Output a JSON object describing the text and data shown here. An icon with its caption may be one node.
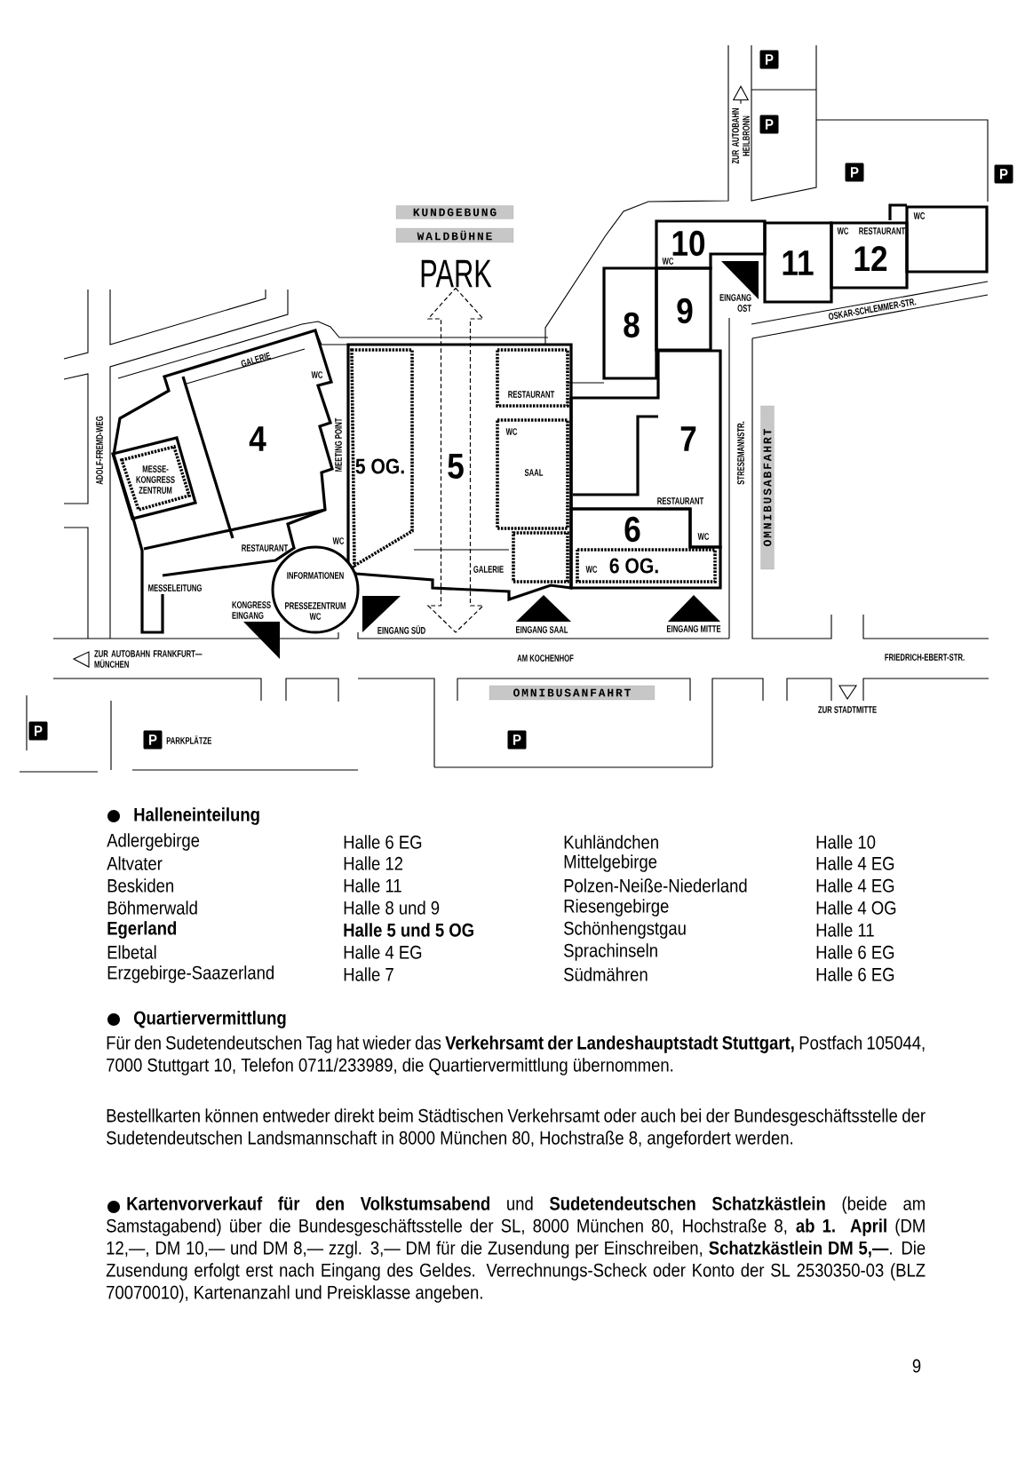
{
  "diagram": {
    "nodes": [
      {
        "text": [
          "P"
        ]
      },
      {
        "text": [
          "P"
        ]
      },
      {
        "text": [
          "P"
        ]
      },
      {
        "text": [
          "P"
        ]
      },
      {
        "text": [
          "KUNDGEBUNG"
        ]
      },
      {
        "text": [
          "WALDBÜHNE"
        ]
      },
      {
        "text": [
          "10",
          "WC"
        ]
      },
      {
        "text": [
          "11"
        ]
      },
      {
        "text": [
          "WC",
          "RESTAURANT",
          "12"
        ]
      },
      {
        "text": [
          "WC"
        ]
      },
      {
        "text": [
          "8"
        ]
      },
      {
        "text": [
          "9"
        ]
      },
      {
        "text": [
          "GALERIE",
          "WC",
          "4"
        ]
      },
      {
        "text": [
          "MESSE-KONGRESS ZENTRUM"
        ],
        "in": 12
      },
      {
        "text": [
          "5",
          "GALERIE"
        ]
      },
      {
        "text": [
          "5 OG."
        ],
        "in": 14
      },
      {
        "text": [
          "RESTAURANT"
        ],
        "in": 14
      },
      {
        "text": [
          "WC",
          "SAAL"
        ],
        "in": 14
      },
      {
        "text": [],
        "shape": "box",
        "in": 14
      },
      {
        "text": [
          "7",
          "RESTAURANT",
          "WC"
        ]
      },
      {
        "text": [
          "6"
        ]
      },
      {
        "text": [
          "WC",
          "6 OG."
        ],
        "in": 20
      },
      {
        "text": [
          "OMNIBUSABFAHRT"
        ]
      },
      {
        "text": [
          "INFORMATIONEN",
          "PRESSEZENTRUM WC"
        ]
      },
      {
        "text": [
          "OMNIBUSANFAHRT"
        ]
      },
      {
        "text": [
          "P"
        ]
      },
      {
        "text": [
          "P"
        ],
        "beside": [
          "PARKPLÄTZE"
        ]
      },
      {
        "text": [
          "P"
        ]
      },
      {
        "text": [
          "PARK"
        ]
      },
      {
        "text": [
          "ZUR AUTOBAHN HEILBRONN"
        ]
      }
    ],
    "edges": [
      {
        "from": null,
        "to": 28,
        "arrow": "both",
        "style": "dashed"
      },
      {
        "from": 29,
        "to": null,
        "arrow": "to"
      }
    ],
    "labels": [
      "ADOLF-FREMD-WEG",
      "MEETING POINT",
      "EINGANG OST",
      "OSKAR-SCHLEMMER-STR.",
      "STRESEMANNSTR.",
      "WC",
      "RESTAURANT",
      "MESSELEITUNG",
      "KONGRESS EINGANG",
      "EINGANG SÜD",
      "EINGANG SAAL",
      "EINGANG MITTE",
      "ZUR AUTOBAHN FRANKFURT—MÜNCHEN",
      "AM KOCHENHOF",
      "FRIEDRICH-EBERT-STR.",
      "ZUR STADTMITTE",
      "Halleneinteilung",
      "Adlergebirge",
      "Halle 6 EG",
      "Kuhländchen",
      "Halle 10",
      "Altvater",
      "Halle 12",
      "Mittelgebirge",
      "Halle 4 EG",
      "Beskiden",
      "Halle 11",
      "Polzen-Neiße-Niederland",
      "Halle 4 EG",
      "Böhmerwald",
      "Halle 8 und 9",
      "Riesengebirge",
      "Halle 4 OG",
      "Egerland",
      "Halle 5 und 5 OG",
      "Schönhengstgau",
      "Halle 11",
      "Elbetal",
      "Halle 4 EG",
      "Sprachinseln",
      "Halle 6 EG",
      "Erzgebirge-Saazerland",
      "Halle 7",
      "Südmähren",
      "Halle 6 EG",
      "Quartiervermittlung",
      "Für den Sudetendeutschen Tag hat wieder das **Verkehrsamt der Landeshauptstadt Stuttgart,** Postfach 105044, 7000 Stuttgart 10, Telefon 0711/233989, die Quartiervermittlung übernommen.",
      "Bestellkarten können entweder direkt beim Städtischen Verkehrsamt oder auch bei der Bundesgeschäftsstelle der Sudetendeutschen Landsmannschaft in 8000 München 80, Hochstraße 8, angefordert werden.",
      "**Kartenvorverkauf für den Volkstumsabend** und **Sudetendeutschen Schatzkästlein** (beide am Samstagabend) über die Bundesgeschäftsstelle der SL, 8000 München 80, Hochstraße 8, **ab 1. April** (DM 12,—, DM 10,— und DM 8,— zzgl. 3,— DM für die Zusendung per Einschreiben, **Schatzkästlein DM 5,—**. Die Zusendung erfolgt erst nach Eingang des Geldes. Verrechnungs-Scheck oder Konto der SL 2530350-03 (BLZ 70070010), Kartenanzahl und Preisklasse angeben.",
      "9"
    ]
  }
}
